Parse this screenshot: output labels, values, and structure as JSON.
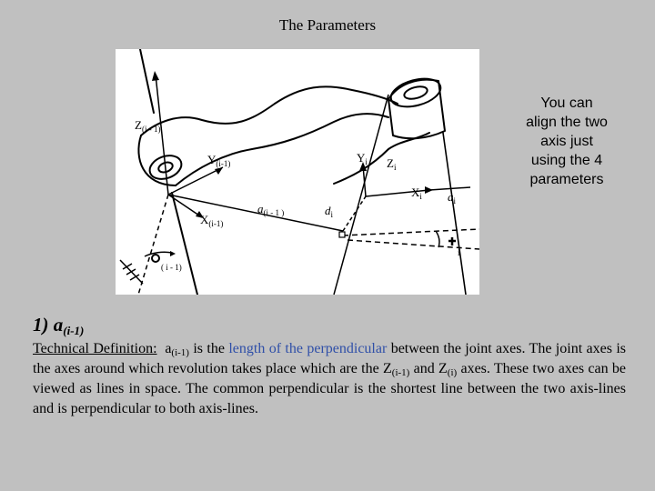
{
  "title": "The Parameters",
  "figure": {
    "labels": {
      "z_prev": "Z",
      "z_prev_sub": "(i - 1)",
      "y_prev": "Y",
      "y_prev_sub": "(i-1)",
      "x_prev": "X",
      "x_prev_sub": "(i-1)",
      "a_prev": "a",
      "a_prev_sub": "(i - 1 )",
      "y_i": "Y",
      "y_i_sub": "i",
      "z_i": "Z",
      "z_i_sub": "i",
      "x_i": "X",
      "x_i_sub": "i",
      "a_i": "a",
      "a_i_sub": "i",
      "d_i": "d",
      "d_i_sub": "i",
      "theta_i_sub": "i",
      "alpha_prev_sub": "( i - 1)"
    }
  },
  "side_note": "You can align the two axis just using the 4 parameters",
  "heading": {
    "prefix": "1) a",
    "sub": "(i-1)"
  },
  "definition": {
    "label": "Technical Definition:",
    "symbol": "a",
    "symbol_sub": "(i-1)",
    "text1": " is the ",
    "highlight": "length of the perpendicular",
    "text2": " between the joint axes. The joint axes is the axes around which revolution takes place which are the Z",
    "z1_sub": "(i-1)",
    "text3": " and Z",
    "z2_sub": "(i)",
    "text4": " axes. These two axes can be viewed as lines in space. The common perpendicular is the shortest line between the two axis-lines and is perpendicular to both axis-lines."
  },
  "colors": {
    "background": "#c0c0c0",
    "figure_bg": "#ffffff",
    "highlight": "#2f4fa8"
  }
}
